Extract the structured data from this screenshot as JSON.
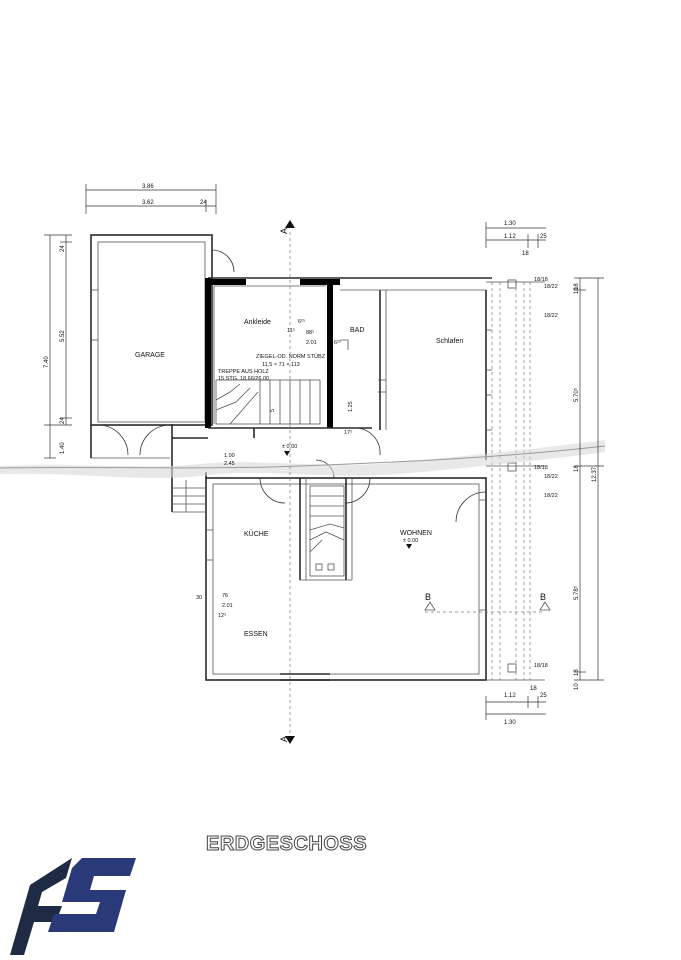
{
  "plan": {
    "title": "ERDGESCHOSS",
    "rooms": {
      "garage": "GARAGE",
      "ankleide": "Ankleide",
      "bad": "BAD",
      "schlafen": "Schlafen",
      "kueche": "KÜCHE",
      "wohnen": "WOHNEN",
      "essen": "ESSEN"
    },
    "notes": {
      "ziegel": "ZIEGEL-OD. NORM STÜBZ",
      "ziegel_dims": "11,5 × 71 × 113",
      "treppe": "TREPPE AUS HOLZ",
      "treppe_dims": "15 STG. 18,66/26,00",
      "level_entry": "± 0.00",
      "level_wohnen": "± 0.00"
    },
    "dimensions": {
      "top_outer": "3.86",
      "top_inner": "3.62",
      "top_wall": "24",
      "left_total": "7.40",
      "left_main": "5.52",
      "left_wall_top": "24",
      "left_wall_bottom": "24",
      "left_lower": "1.40",
      "right_top_outer": "1.30",
      "right_top_inner": "1.12",
      "right_top_25": "25",
      "right_top_18": "18",
      "right_bottom_outer": "1.30",
      "right_bottom_inner": "1.12",
      "right_bottom_25": "25",
      "right_bottom_18": "18",
      "right_upper_span": "5.70⁵",
      "right_lower_span": "5.78⁵",
      "right_mid": "12.37",
      "right_10_top": "10",
      "right_10_bottom": "10",
      "right_18a": "18",
      "right_18b": "18",
      "right_18c": "18",
      "beam_1": "18/18",
      "beam_2": "18/22",
      "beam_3": "18/22",
      "beam_4": "18/18",
      "beam_5": "18/22",
      "beam_6": "18/18",
      "beam_7": "18/22",
      "ank_1": "6²⁵",
      "ank_2": "11⁵",
      "ank_3": "88⁵",
      "ank_4": "2.01",
      "ank_5": "6²⁵",
      "bad_125": "1.25",
      "bad_175": "17⁵",
      "entry_100": "1.00",
      "entry_245": "2.45",
      "essen_30": "30",
      "essen_76": "76",
      "essen_201": "2.01",
      "essen_125": "12⁵",
      "stair_5": "5"
    },
    "section_marks": {
      "a_top": "A",
      "a_bottom": "A",
      "b_left": "B",
      "b_right": "B"
    }
  },
  "logo": {
    "primary": "#1f2b44",
    "secondary": "#2a3a78"
  }
}
